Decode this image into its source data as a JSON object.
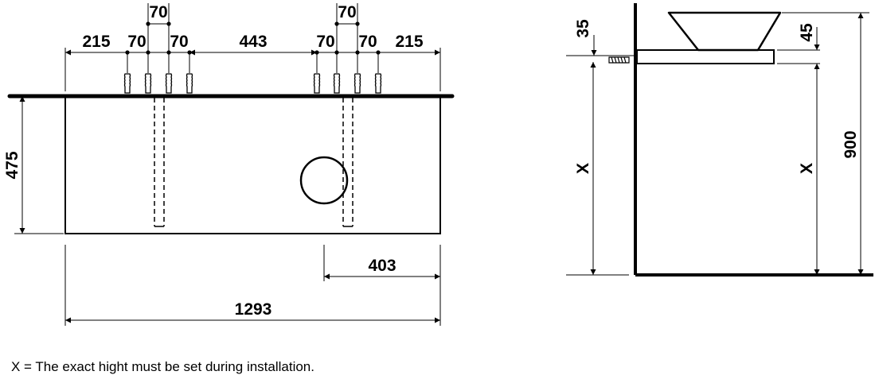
{
  "front_view": {
    "dims": {
      "top_70_left": "70",
      "top_70_right": "70",
      "left_215": "215",
      "left_70_a": "70",
      "left_70_b": "70",
      "middle_443": "443",
      "right_70_a": "70",
      "right_70_b": "70",
      "right_215": "215",
      "height_475": "475",
      "offset_403": "403",
      "width_1293": "1293"
    }
  },
  "side_view": {
    "dims": {
      "d_35": "35",
      "d_45": "45",
      "x_left": "X",
      "x_right": "X",
      "d_900": "900"
    }
  },
  "footnote": "X = The exact hight must be set during installation."
}
